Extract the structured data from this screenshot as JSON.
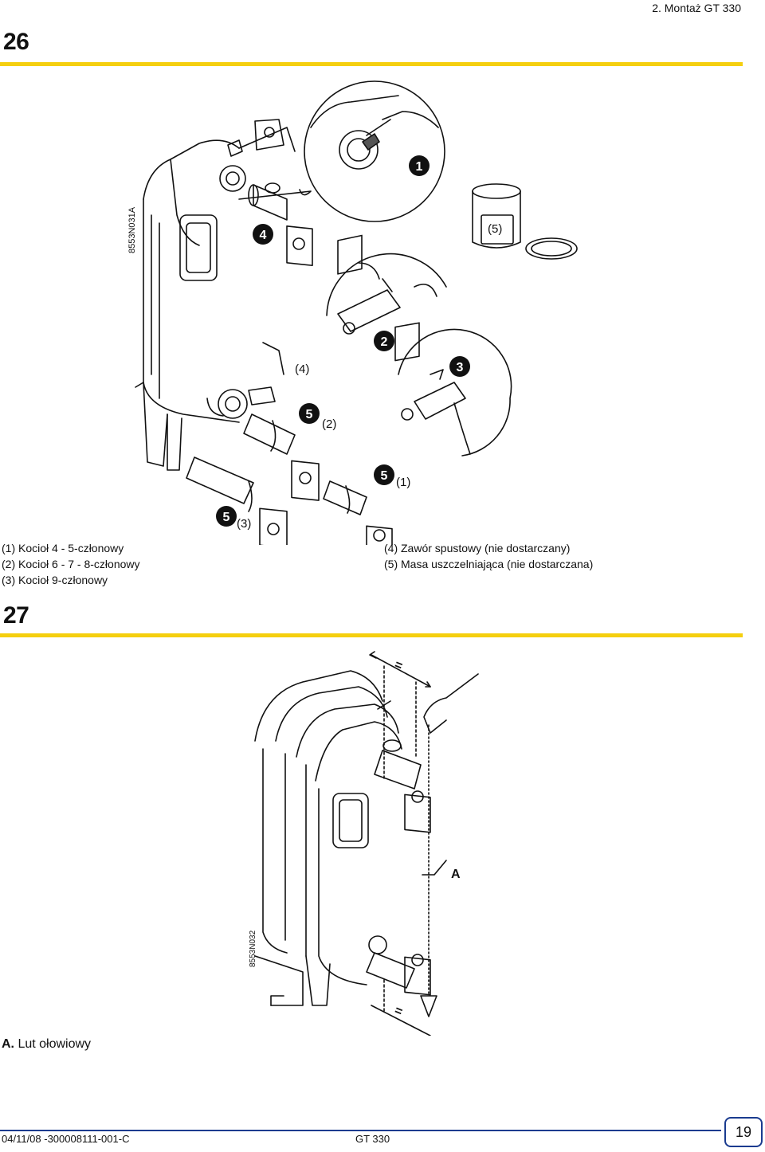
{
  "header": {
    "section": "2. Montaż GT 330"
  },
  "figure26": {
    "number": "26",
    "ref_code": "8553N031A",
    "labels": {
      "step1": "1",
      "step2": "2",
      "step3": "3",
      "step4": "4",
      "step5": "5",
      "p1": "(1)",
      "p2": "(2)",
      "p3": "(3)",
      "p4": "(4)",
      "p5": "(5)"
    },
    "legend_left": [
      "(1) Kocioł 4 - 5-członowy",
      "(2) Kocioł 6 - 7 - 8-członowy",
      "(3) Kocioł 9-członowy"
    ],
    "legend_right": [
      "(4) Zawór spustowy (nie dostarczany)",
      "(5) Masa uszczelniająca (nie dostarczana)"
    ]
  },
  "figure27": {
    "number": "27",
    "ref_code": "8553N032",
    "label_a": "A",
    "equal_sign": "=",
    "caption_bold": "A.",
    "caption_text": " Lut ołowiowy"
  },
  "footer": {
    "doc_code": "04/11/08 -300008111-001-C",
    "product": "GT 330",
    "page": "19"
  },
  "colors": {
    "accent_rule": "#f5cf0f",
    "footer_blue": "#1a3b8f"
  }
}
